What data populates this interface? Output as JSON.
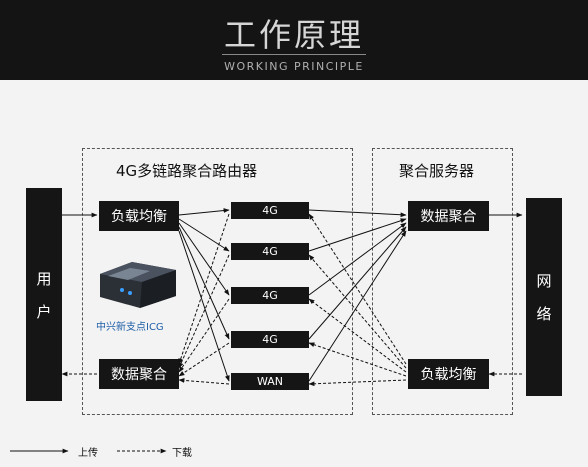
{
  "header": {
    "title": "工作原理",
    "subtitle": "WORKING PRINCIPLE"
  },
  "router": {
    "label": "4G多链路聚合路由器",
    "load_balance": "负载均衡",
    "data_aggregation": "数据聚合",
    "links": [
      "4G",
      "4G",
      "4G",
      "4G",
      "WAN"
    ],
    "device_caption": "中兴新支点ICG"
  },
  "server": {
    "label": "聚合服务器",
    "data_aggregation": "数据聚合",
    "load_balance": "负载均衡"
  },
  "user": {
    "label_line1": "用",
    "label_line2": "户"
  },
  "network": {
    "label_line1": "网",
    "label_line2": "络"
  },
  "legend": {
    "upload": "上传",
    "download": "下载"
  },
  "colors": {
    "header_bg": "#141414",
    "block": "#151515",
    "background": "#f3f3f3",
    "caption": "#1f5fa8"
  }
}
